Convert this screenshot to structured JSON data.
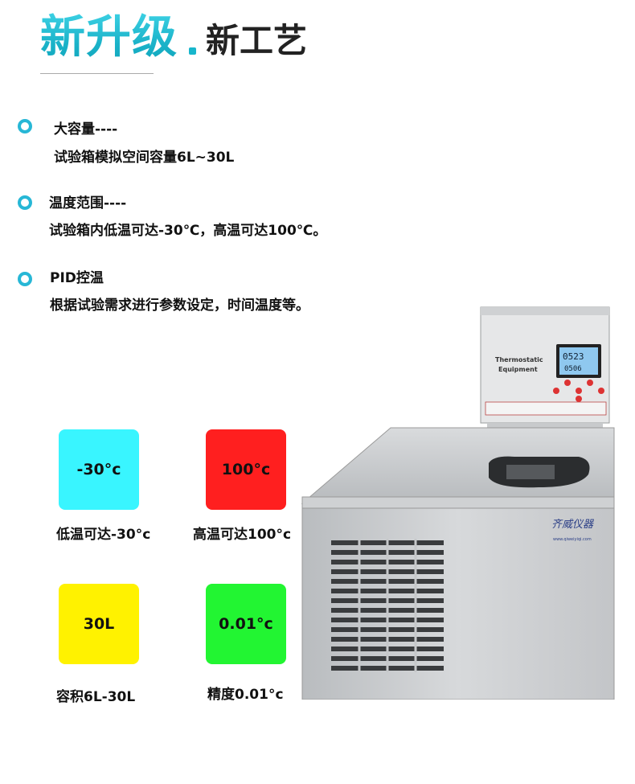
{
  "header": {
    "title_main": "新升级",
    "title_sub": "新工艺"
  },
  "features": [
    {
      "title": "大容量----",
      "desc": "试验箱模拟空间容量6L~30L"
    },
    {
      "title": "温度范围----",
      "desc": "试验箱内低温可达-30℃，高温可达100℃。"
    },
    {
      "title": "PID控温",
      "desc": "根据试验需求进行参数设定，时间温度等。"
    }
  ],
  "tiles": [
    {
      "value": "-30°c",
      "caption": "低温可达-30°c",
      "color": "#39f5ff"
    },
    {
      "value": "100°c",
      "caption": "高温可达100°c",
      "color": "#ff1f1f"
    },
    {
      "value": "30L",
      "caption": "容积6L-30L",
      "color": "#fff200"
    },
    {
      "value": "0.01°c",
      "caption": "精度0.01°c",
      "color": "#22f532"
    }
  ],
  "device": {
    "panel_label": "Thermostatic Equipment",
    "display_top": "0523",
    "display_bottom": "0506",
    "brand": "齐威仪器",
    "website": "www.qiweiyiqi.com"
  },
  "colors": {
    "accent": "#27b7d6",
    "title_gradient": "#1bb3c9"
  }
}
